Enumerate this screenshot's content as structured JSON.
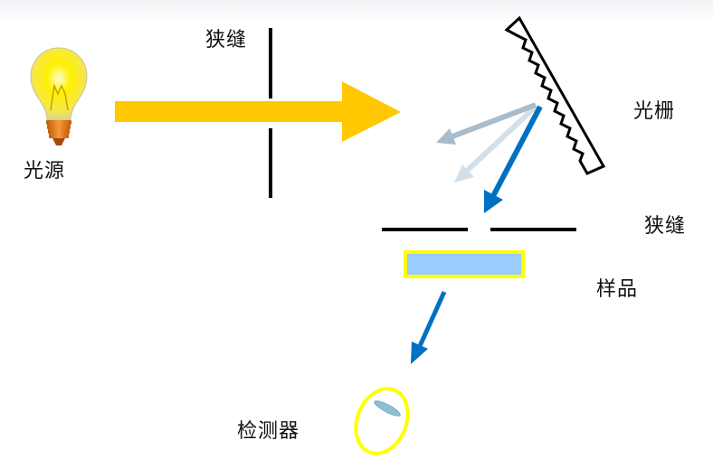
{
  "labels": {
    "light_source": "光源",
    "slit_entrance": "狭缝",
    "grating": "光栅",
    "slit_exit": "狭缝",
    "sample": "样品",
    "detector": "检测器"
  },
  "colors": {
    "incident_beam": "#FFC800",
    "monochromatic_beam": "#0070C0",
    "dispersed_beam_1": "#A9BCCB",
    "dispersed_beam_2": "#D3E0EA",
    "sample_fill": "#99CCFF",
    "sample_border": "#FFFF00",
    "detector_ring": "#FFFF00",
    "detector_lens": "#8FBFD4",
    "slit": "#000000",
    "bulb_glow": "#FFF200",
    "bulb_base": "#E97B16"
  },
  "icons": {
    "light_source": "lightbulb-icon",
    "grating": "diffraction-grating-icon",
    "detector": "detector-lens-icon"
  }
}
